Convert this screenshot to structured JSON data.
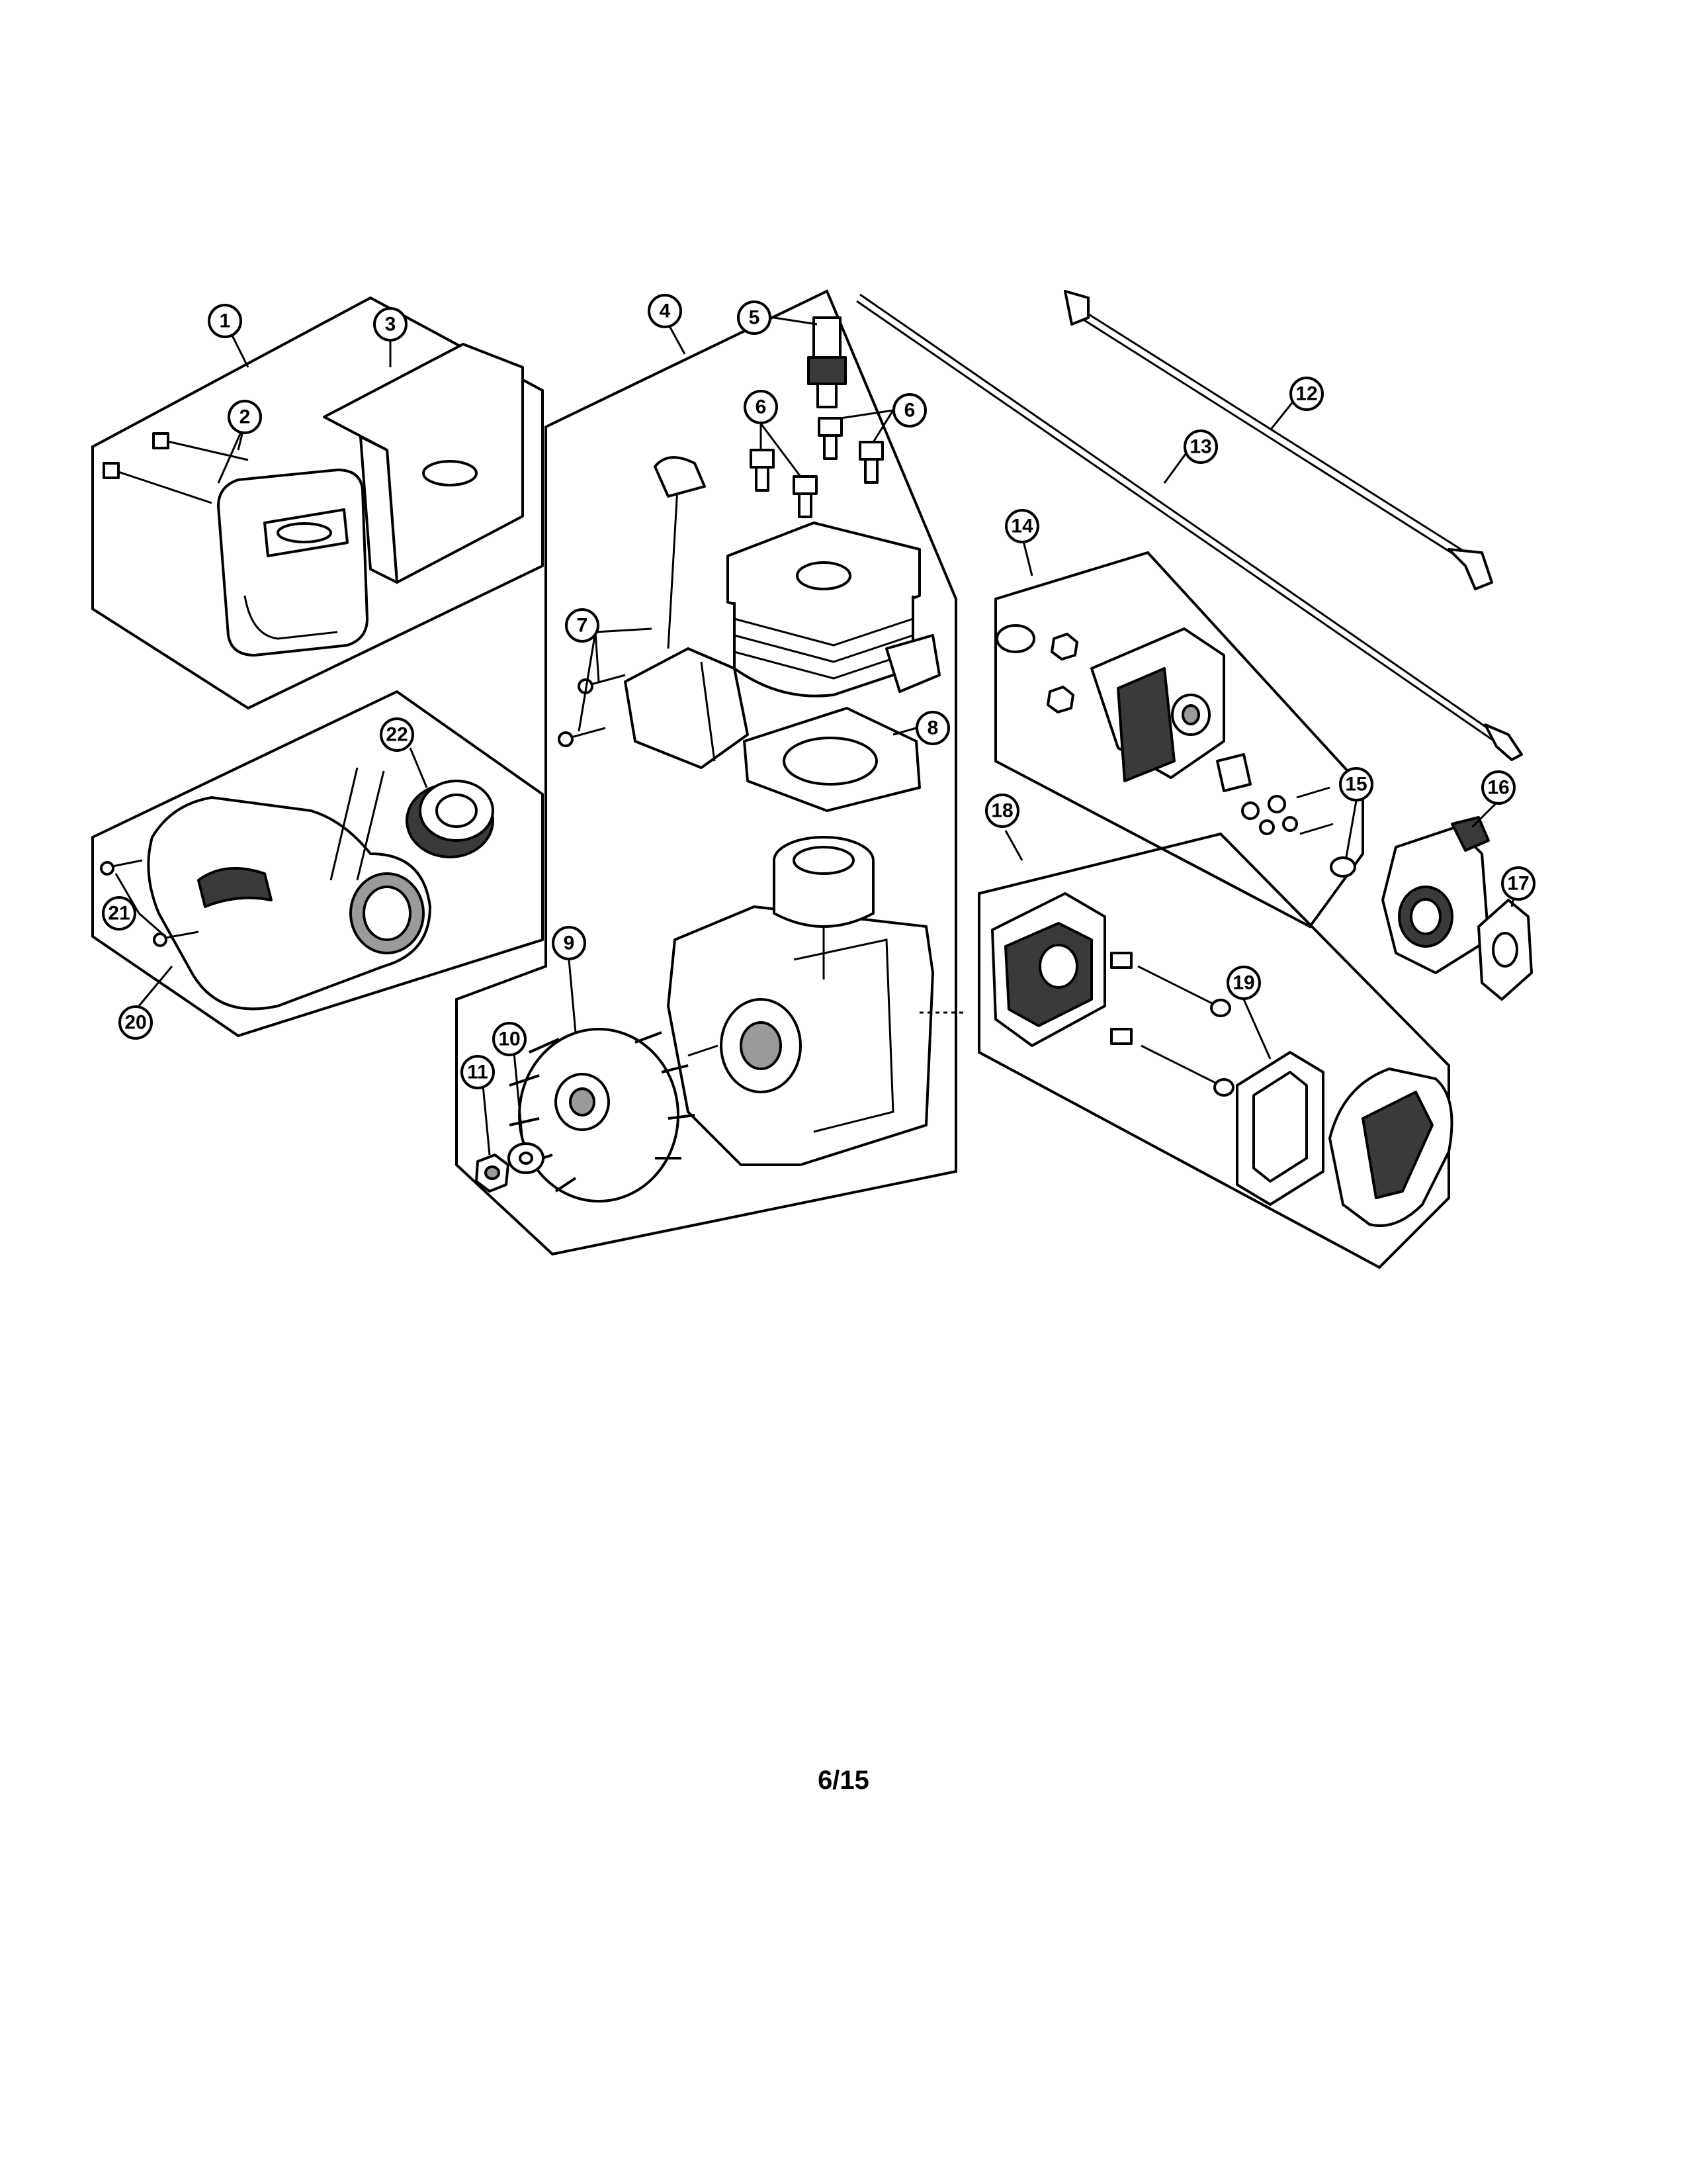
{
  "callouts": [
    {
      "id": "c1",
      "label": "1"
    },
    {
      "id": "c2",
      "label": "2"
    },
    {
      "id": "c3",
      "label": "3"
    },
    {
      "id": "c4",
      "label": "4"
    },
    {
      "id": "c5",
      "label": "5"
    },
    {
      "id": "c6a",
      "label": "6"
    },
    {
      "id": "c6b",
      "label": "6"
    },
    {
      "id": "c7",
      "label": "7"
    },
    {
      "id": "c8",
      "label": "8"
    },
    {
      "id": "c9",
      "label": "9"
    },
    {
      "id": "c10",
      "label": "10"
    },
    {
      "id": "c11",
      "label": "11"
    },
    {
      "id": "c12",
      "label": "12"
    },
    {
      "id": "c13",
      "label": "13"
    },
    {
      "id": "c14",
      "label": "14"
    },
    {
      "id": "c15",
      "label": "15"
    },
    {
      "id": "c16",
      "label": "16"
    },
    {
      "id": "c17",
      "label": "17"
    },
    {
      "id": "c18",
      "label": "18"
    },
    {
      "id": "c19",
      "label": "19"
    },
    {
      "id": "c20",
      "label": "20"
    },
    {
      "id": "c21",
      "label": "21"
    },
    {
      "id": "c22",
      "label": "22"
    }
  ],
  "page_number": "6/15"
}
